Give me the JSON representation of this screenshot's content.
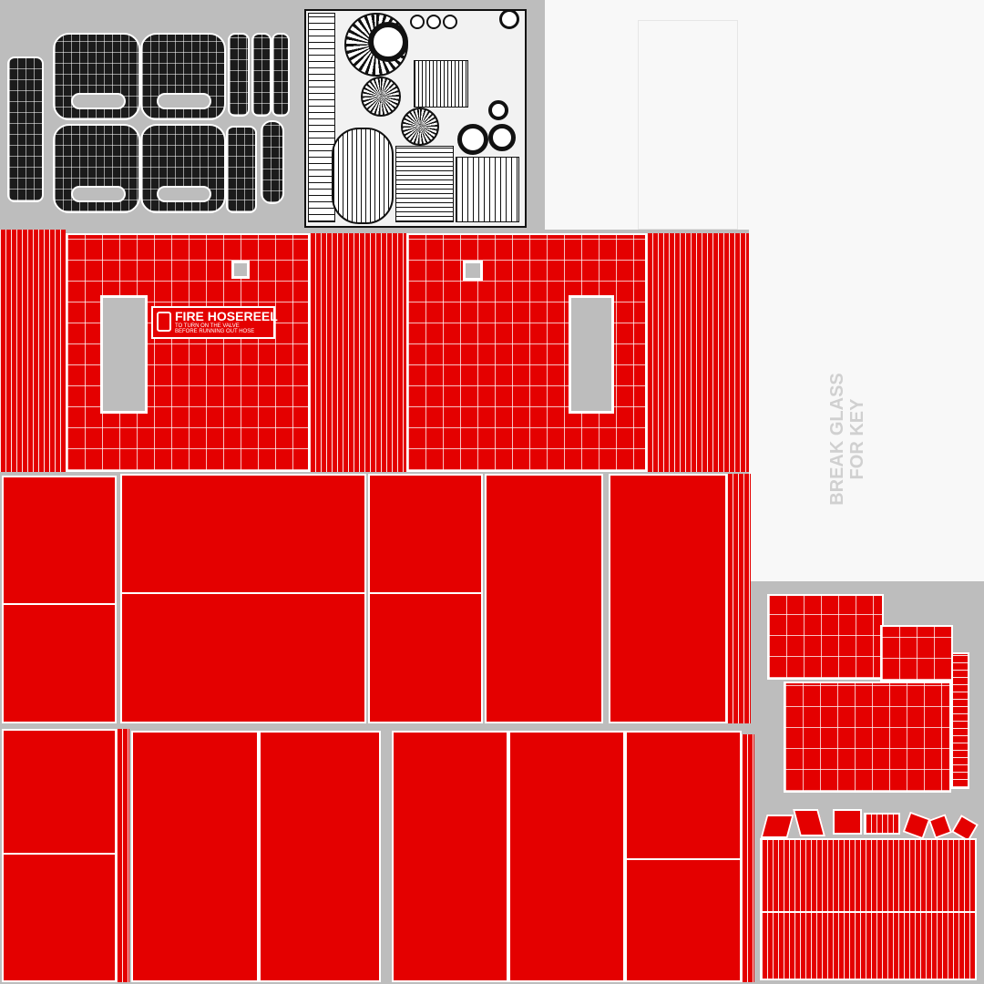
{
  "sign": {
    "title": "FIRE HOSEREEL",
    "line1": "TO TURN ON THE VALVE",
    "line2": "BEFORE RUNNING OUT HOSE"
  },
  "glass_label": {
    "line1": "BREAK GLASS",
    "line2": "FOR KEY"
  },
  "colors": {
    "cabinet_red": "#e40000",
    "wire_white": "#ffffff",
    "background_gray": "#bdbdbd",
    "dark_parts": "#1b1b1b",
    "label_panel": "#f8f8f8"
  }
}
